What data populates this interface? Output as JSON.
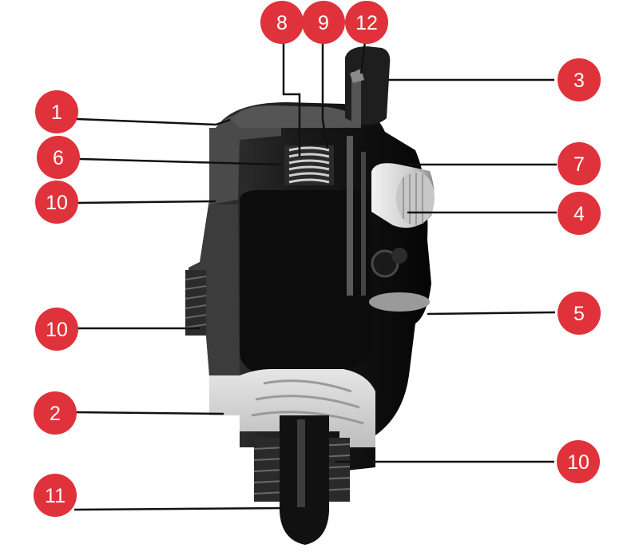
{
  "diagram": {
    "badge_color": "#e0323a",
    "leader_color": "#111111",
    "callouts": [
      {
        "id": "c1",
        "label": "1"
      },
      {
        "id": "c6",
        "label": "6"
      },
      {
        "id": "c10a",
        "label": "10"
      },
      {
        "id": "c10b",
        "label": "10"
      },
      {
        "id": "c2",
        "label": "2"
      },
      {
        "id": "c11",
        "label": "11"
      },
      {
        "id": "c8",
        "label": "8"
      },
      {
        "id": "c9",
        "label": "9"
      },
      {
        "id": "c12",
        "label": "12"
      },
      {
        "id": "c3",
        "label": "3"
      },
      {
        "id": "c7",
        "label": "7"
      },
      {
        "id": "c4",
        "label": "4"
      },
      {
        "id": "c5",
        "label": "5"
      },
      {
        "id": "c10c",
        "label": "10"
      }
    ]
  }
}
